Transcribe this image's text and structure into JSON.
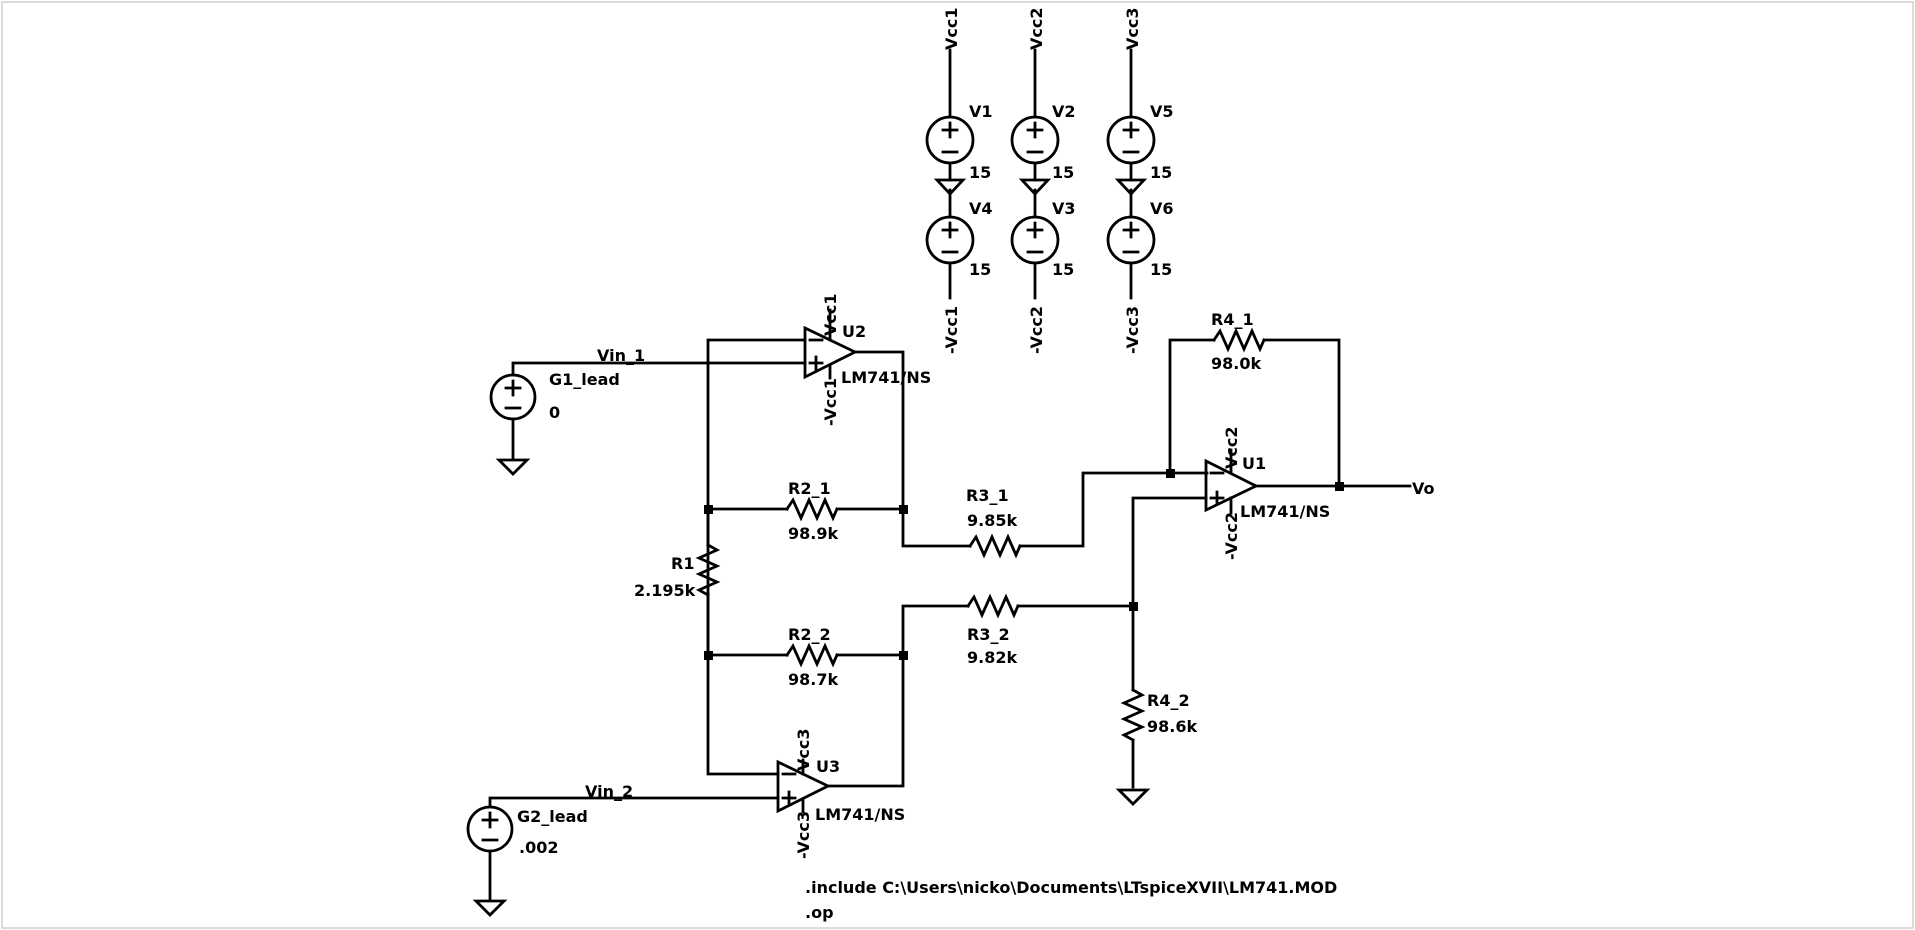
{
  "supplies": {
    "v1": {
      "name": "V1",
      "value": "15",
      "top_net": "Vcc1"
    },
    "v4": {
      "name": "V4",
      "value": "15",
      "bottom_net": "-Vcc1"
    },
    "v2": {
      "name": "V2",
      "value": "15",
      "top_net": "Vcc2"
    },
    "v3": {
      "name": "V3",
      "value": "15",
      "bottom_net": "-Vcc2"
    },
    "v5": {
      "name": "V5",
      "value": "15",
      "top_net": "Vcc3"
    },
    "v6": {
      "name": "V6",
      "value": "15",
      "bottom_net": "-Vcc3"
    }
  },
  "sources": {
    "g1": {
      "name": "G1_lead",
      "value": "0",
      "net": "Vin_1"
    },
    "g2": {
      "name": "G2_lead",
      "value": ".002",
      "net": "Vin_2"
    }
  },
  "opamps": {
    "u1": {
      "name": "U1",
      "model": "LM741/NS",
      "vpos": "Vcc2",
      "vneg": "-Vcc2"
    },
    "u2": {
      "name": "U2",
      "model": "LM741/NS",
      "vpos": "Vcc1",
      "vneg": "-Vcc1"
    },
    "u3": {
      "name": "U3",
      "model": "LM741/NS",
      "vpos": "Vcc3",
      "vneg": "-Vcc3"
    }
  },
  "resistors": {
    "r1": {
      "name": "R1",
      "value": "2.195k"
    },
    "r2_1": {
      "name": "R2_1",
      "value": "98.9k"
    },
    "r2_2": {
      "name": "R2_2",
      "value": "98.7k"
    },
    "r3_1": {
      "name": "R3_1",
      "value": "9.85k"
    },
    "r3_2": {
      "name": "R3_2",
      "value": "9.82k"
    },
    "r4_1": {
      "name": "R4_1",
      "value": "98.0k"
    },
    "r4_2": {
      "name": "R4_2",
      "value": "98.6k"
    }
  },
  "output_net": "Vo",
  "directives": {
    "include": ".include C:\\Users\\nicko\\Documents\\LTspiceXVII\\LM741.MOD",
    "op": ".op"
  }
}
